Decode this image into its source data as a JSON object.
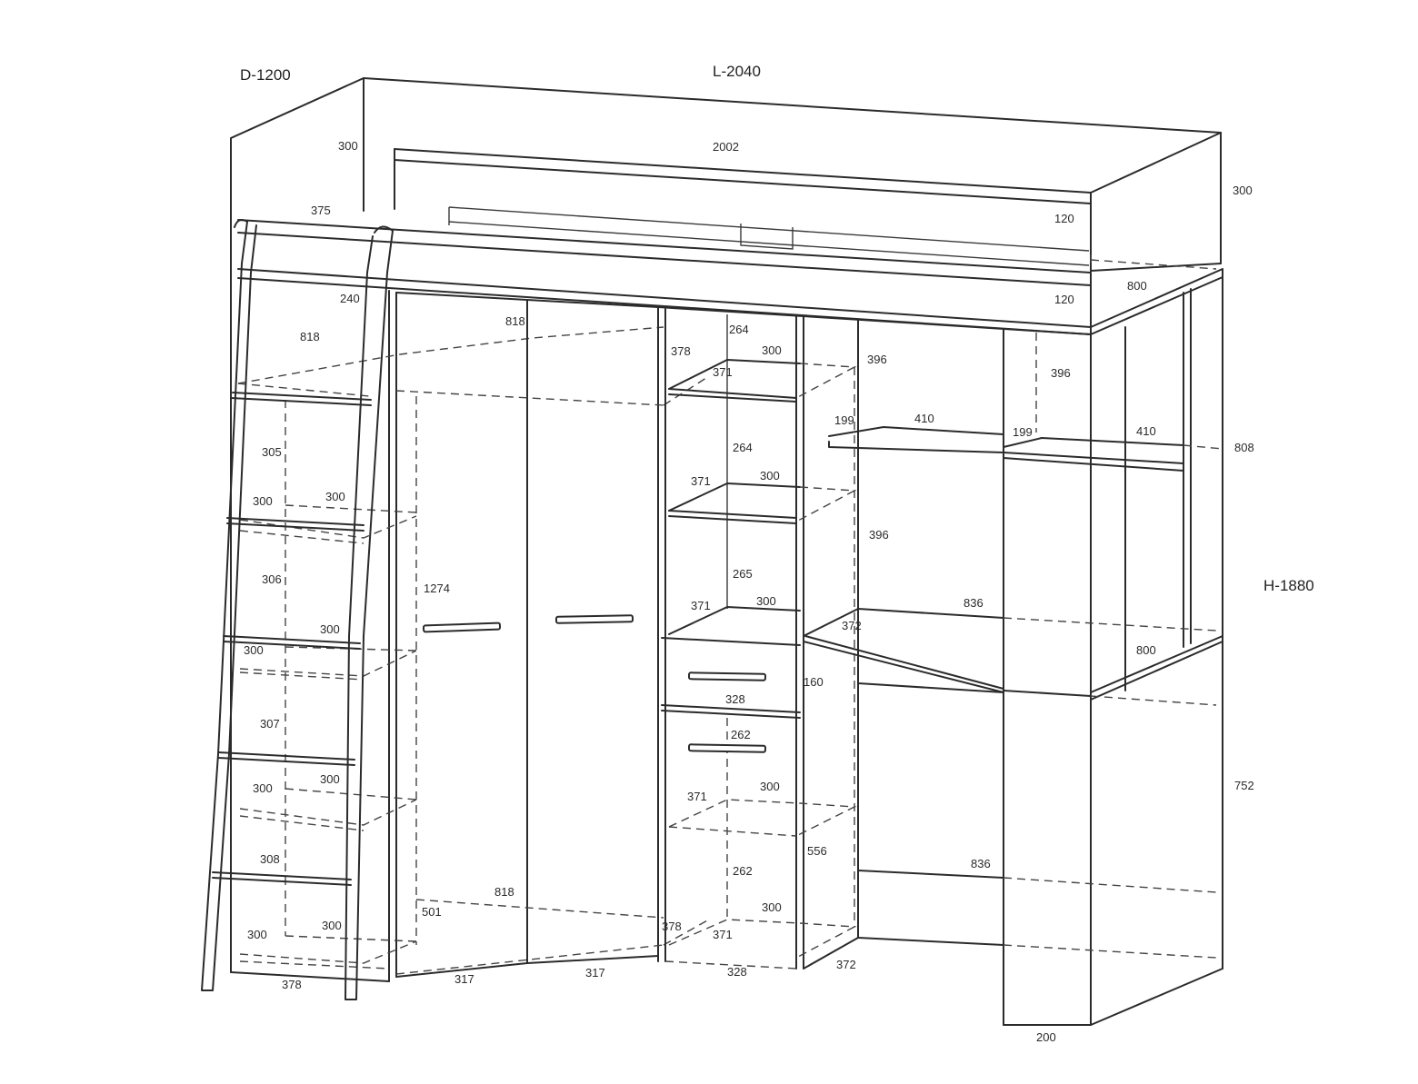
{
  "overall": {
    "depth": "D-1200",
    "length": "L-2040",
    "height": "H-1880"
  },
  "top": {
    "guard_height_left": "300",
    "guard_height_right": "300",
    "guard_length": "2002",
    "ladder_gap": "375",
    "rail_upper": "120",
    "rail_lower": "120",
    "bed_depth": "800"
  },
  "ladder_side": {
    "shelf_width": "818",
    "top_shelf_depth": "240",
    "shelf_depth_front": "300",
    "shelf_depth_back": "300",
    "gap_1": "305",
    "gap_2": "306",
    "gap_3": "307",
    "gap_4": "308",
    "bottom_width": "378"
  },
  "wardrobe": {
    "top_width": "818",
    "height": "1274",
    "bottom_width": "818",
    "inner_depth": "501",
    "door_left": "317",
    "door_right": "317",
    "side_depth": "378"
  },
  "column": {
    "top_gap": "264",
    "mid_gap": "264",
    "low_gap": "265",
    "depth": "371",
    "shelf_depth": "300",
    "top_side": "378",
    "drawer_height": "160",
    "drawer_width": "328",
    "lower_gap_1": "262",
    "lower_gap_2": "262",
    "lower_height": "556",
    "base_width": "328",
    "base_side": "372"
  },
  "desk": {
    "upper_height": "396",
    "lower_height": "396",
    "right_height": "396",
    "shelf_depth": "199",
    "shelf_width": "410",
    "right_shelf_depth": "199",
    "right_shelf_width": "410",
    "desk_width": "836",
    "desk_depth": "372",
    "desk_right_depth": "800",
    "base_width": "836",
    "side_height_upper": "808",
    "side_height_lower": "752",
    "leg_width": "200"
  }
}
